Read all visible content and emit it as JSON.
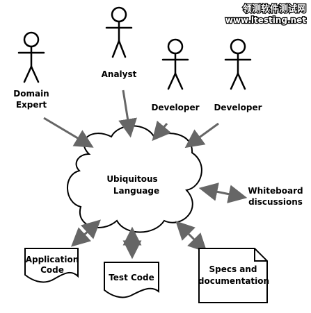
{
  "watermark": {
    "line1": "领测软件测试网",
    "line2": "www.ltesting.net"
  },
  "actors": [
    {
      "line1": "Domain",
      "line2": "Expert"
    },
    {
      "line1": "Analyst"
    },
    {
      "line1": "Developer"
    },
    {
      "line1": "Developer"
    }
  ],
  "cloud": {
    "line1": "Ubiquitous",
    "line2": "Language"
  },
  "whiteboard": {
    "line1": "Whiteboard",
    "line2": "discussions"
  },
  "documents": [
    {
      "line1": "Application",
      "line2": "Code"
    },
    {
      "line1": "Test Code"
    },
    {
      "line1": "Specs and",
      "line2": "documentation"
    }
  ],
  "colors": {
    "arrow": "#666666",
    "stroke": "#000000",
    "background": "#ffffff"
  }
}
